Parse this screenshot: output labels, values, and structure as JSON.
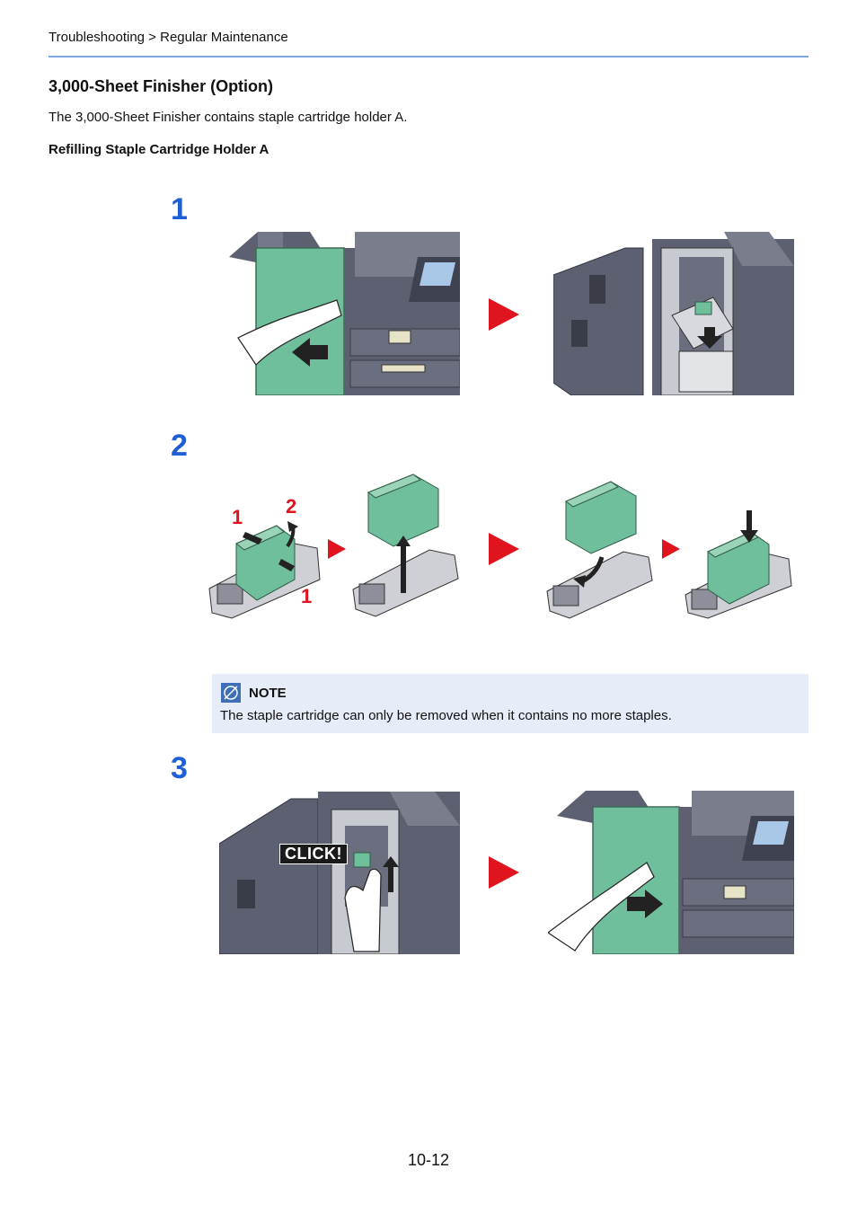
{
  "header": {
    "breadcrumb": "Troubleshooting > Regular Maintenance"
  },
  "section": {
    "title": "3,000-Sheet Finisher (Option)",
    "intro": "The 3,000-Sheet Finisher contains staple cartridge holder A.",
    "subtitle": "Refilling Staple Cartridge Holder A"
  },
  "steps": [
    {
      "number": "1"
    },
    {
      "number": "2",
      "callouts": [
        "1",
        "2",
        "1"
      ]
    },
    {
      "number": "3",
      "click_label": "CLICK!"
    }
  ],
  "note": {
    "icon": "note-icon",
    "title": "NOTE",
    "text": "The staple cartridge can only be removed when it contains no more staples."
  },
  "footer": {
    "page_number": "10-12"
  },
  "colors": {
    "step_number": "#1f5fd6",
    "arrow": "#e0141e",
    "panel": "#6fbf9c",
    "machine": "#5d6070",
    "note_bg": "#e6ecf8"
  }
}
